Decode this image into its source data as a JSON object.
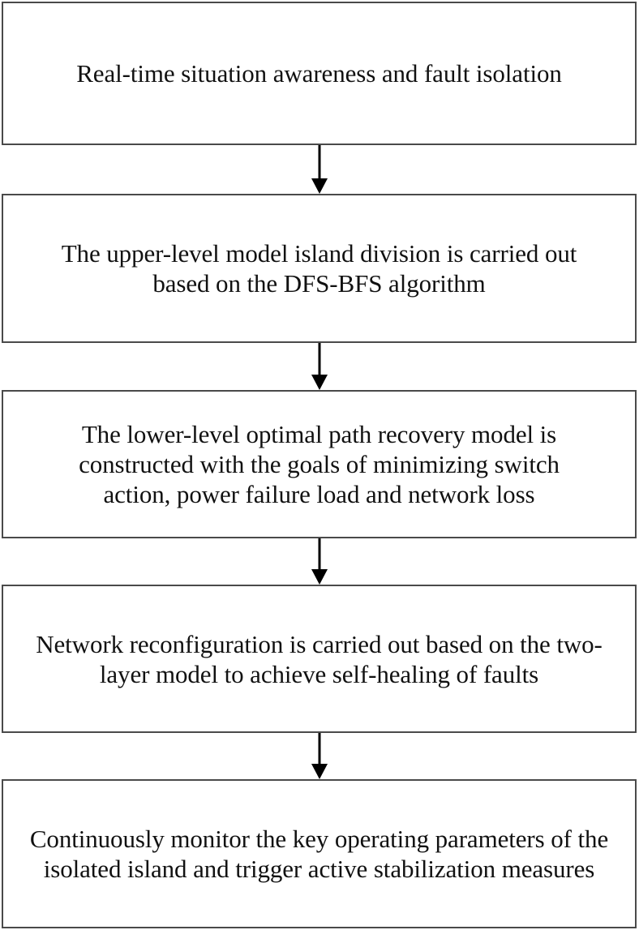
{
  "diagram": {
    "type": "flowchart",
    "orientation": "vertical",
    "title": "",
    "colors": {
      "box_border": "#4a4a4a",
      "box_fill": "#ffffff",
      "text": "#111111",
      "arrow": "#000000",
      "background": "#ffffff"
    },
    "nodes": [
      {
        "id": "node-1",
        "step": 1,
        "text": "Real-time situation awareness and fault isolation",
        "lines": [
          "Real-time situation awareness and fault isolation"
        ]
      },
      {
        "id": "node-2",
        "step": 2,
        "text": "The upper-level model island division is carried out based on the DFS-BFS algorithm",
        "lines": [
          "The upper-level model island division is carried out",
          "based on the DFS-BFS algorithm"
        ]
      },
      {
        "id": "node-3",
        "step": 3,
        "text": "The lower-level optimal path recovery model is constructed with the goals of minimizing switch action, power failure load and network loss",
        "lines": [
          "The lower-level optimal path recovery model is",
          "constructed with the goals of minimizing switch",
          "action, power failure load and network loss"
        ]
      },
      {
        "id": "node-4",
        "step": 4,
        "text": "Network reconfiguration is carried out based on the two-layer model to achieve self-healing of faults",
        "lines": [
          "Network reconfiguration is carried out based on the",
          "two-layer model to achieve self-healing of faults"
        ]
      },
      {
        "id": "node-5",
        "step": 5,
        "text": "Continuously monitor the key operating parameters of the isolated island and trigger active stabilization measures",
        "lines": [
          "Continuously monitor the key operating parameters of",
          "the isolated island and trigger active stabilization",
          "measures"
        ]
      }
    ],
    "connectors": [
      {
        "id": "connector-1",
        "from": "node-1",
        "to": "node-2",
        "icon": "down-arrow-icon"
      },
      {
        "id": "connector-2",
        "from": "node-2",
        "to": "node-3",
        "icon": "down-arrow-icon"
      },
      {
        "id": "connector-3",
        "from": "node-3",
        "to": "node-4",
        "icon": "down-arrow-icon"
      },
      {
        "id": "connector-4",
        "from": "node-4",
        "to": "node-5",
        "icon": "down-arrow-icon"
      }
    ]
  }
}
